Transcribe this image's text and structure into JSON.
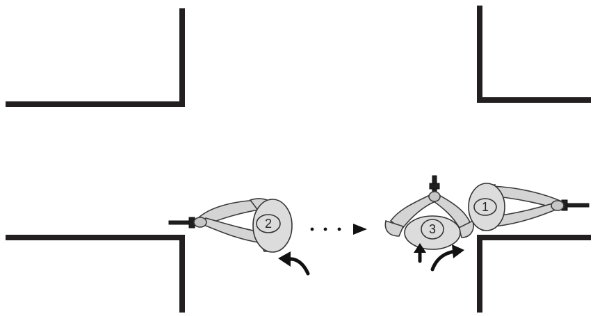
{
  "diagram": {
    "soldiers": [
      {
        "id": "soldier-1",
        "label": "1"
      },
      {
        "id": "soldier-2",
        "label": "2"
      },
      {
        "id": "soldier-3",
        "label": "3"
      }
    ],
    "colors": {
      "wall": "#231f20",
      "figure_fill": "#d4d4d4",
      "figure_outline": "#3a3a3a",
      "arrow": "#111111"
    }
  }
}
